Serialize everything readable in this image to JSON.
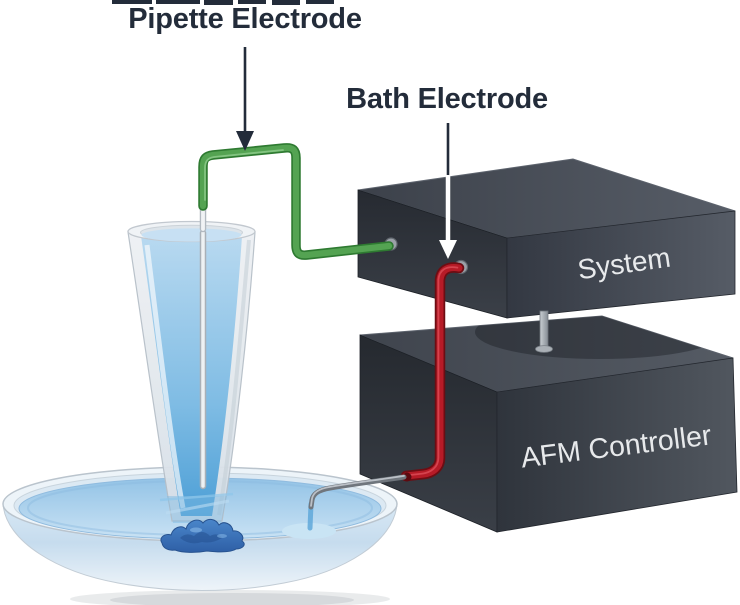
{
  "diagram": {
    "labels": {
      "pipette_electrode": "Pipette Electrode",
      "bath_electrode": "Bath Electrode"
    },
    "devices": {
      "system_box": "System",
      "afm_controller_box": "AFM Controller"
    },
    "colors": {
      "background": "#ffffff",
      "callout_text": "#232c3a",
      "device_text": "#e8eaec",
      "pipette_wire_green": "#51a04f",
      "bath_wire_red": "#b61b27",
      "electrode_silver": "#b9bfc5",
      "bath_liquid_blue": "#a9cfeb",
      "pipette_liquid_blue": "#7fbce4",
      "sample_blob_blue": "#3f78c2",
      "device_box_gray": "#3a3f48",
      "dish_glass": "#dcebf5"
    },
    "components": [
      "glass-pipette",
      "petri-dish-with-bath-solution",
      "sample-blob",
      "pipette-electrode-wire",
      "bath-electrode-wire",
      "system-box",
      "afm-controller-box",
      "interconnect-pin"
    ]
  }
}
